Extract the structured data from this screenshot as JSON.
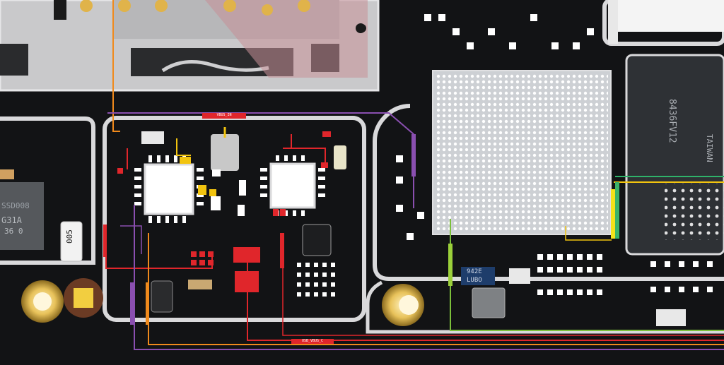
{
  "board": {
    "silkscreen": [
      {
        "id": "ssd-code",
        "text": "SSD008"
      },
      {
        "id": "chip-code-1",
        "text": "G31A"
      },
      {
        "id": "chip-code-2",
        "text": "36 0"
      },
      {
        "id": "resistor-code",
        "text": "005"
      },
      {
        "id": "flash-code",
        "text": "8436FV12"
      },
      {
        "id": "flash-code-2",
        "text": "TAIWAN"
      },
      {
        "id": "small-chip-code-1",
        "text": "942E"
      },
      {
        "id": "small-chip-code-2",
        "text": "LUBO"
      }
    ],
    "net_labels": [
      {
        "id": "top-net",
        "text": "VBUS_IN"
      },
      {
        "id": "bottom-net",
        "text": "USB_VBUS_C"
      }
    ]
  },
  "colors": {
    "pcb": "#141517",
    "shield": "#d9d9db",
    "trace_red": "#e0262b",
    "trace_purple": "#8a4fb0",
    "trace_orange": "#f08a1c",
    "trace_yellow": "#f2c40f",
    "trace_green": "#7bbf3a",
    "pad_gold": "#d4af37"
  }
}
